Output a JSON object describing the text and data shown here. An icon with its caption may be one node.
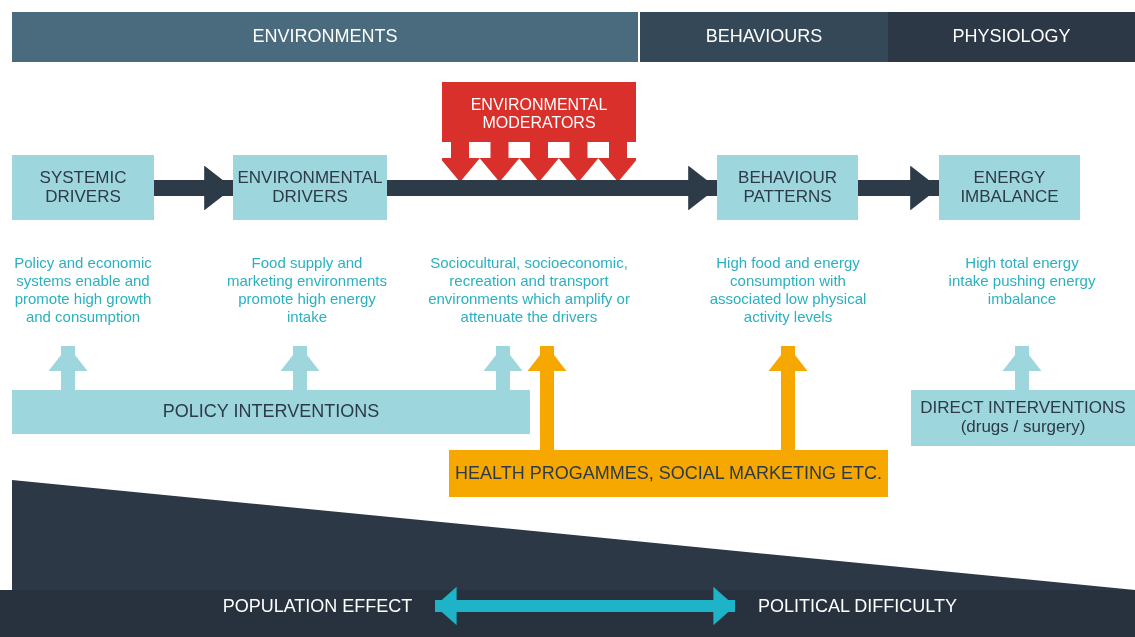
{
  "diagram": {
    "nodes": [
      {
        "text": [
          "ENVIRONMENTS"
        ]
      },
      {
        "text": [
          "BEHAVIOURS"
        ]
      },
      {
        "text": [
          "PHYSIOLOGY"
        ]
      },
      {
        "text": [
          "SYSTEMIC DRIVERS"
        ]
      },
      {
        "text": [
          "ENVIRONMENTAL DRIVERS"
        ]
      },
      {
        "text": [
          "ENVIRONMENTAL MODERATORS"
        ]
      },
      {
        "text": [
          "BEHAVIOUR PATTERNS"
        ]
      },
      {
        "text": [
          "ENERGY IMBALANCE"
        ]
      },
      {
        "text": [
          "Policy and economic systems enable and promote high growth and consumption"
        ]
      },
      {
        "text": [
          "Food supply and marketing environments promote high energy intake"
        ]
      },
      {
        "text": [
          "Sociocultural, socioeconomic, recreation and transport environments which amplify or attenuate the drivers"
        ]
      },
      {
        "text": [
          "High food and energy consumption with associated low physical activity levels"
        ]
      },
      {
        "text": [
          "High total energy intake pushing energy imbalance"
        ]
      },
      {
        "text": [
          "POLICY INTERVENTIONS"
        ]
      },
      {
        "text": [
          "HEALTH PROGAMMES, SOCIAL MARKETING ETC."
        ]
      },
      {
        "text": [
          "DIRECT INTERVENTIONS (drugs / surgery)"
        ]
      },
      {
        "text": [
          "POPULATION EFFECT"
        ]
      },
      {
        "text": [
          "POLITICAL DIFFICULTY"
        ]
      }
    ],
    "edges": [
      {
        "from": 3,
        "to": 4,
        "arrow": "to",
        "color": "#2d3a48"
      },
      {
        "from": 4,
        "to": 6,
        "arrow": "to",
        "color": "#2d3a48"
      },
      {
        "from": 6,
        "to": 7,
        "arrow": "to",
        "color": "#2d3a48"
      },
      {
        "from": 13,
        "to": 8,
        "arrow": "to"
      },
      {
        "from": 13,
        "to": 9,
        "arrow": "to"
      },
      {
        "from": 13,
        "to": 10,
        "arrow": "to"
      },
      {
        "from": 14,
        "to": 10,
        "arrow": "to",
        "color": "#f6a800"
      },
      {
        "from": 14,
        "to": 11,
        "arrow": "to",
        "color": "#f6a800"
      },
      {
        "from": 15,
        "to": 12,
        "arrow": "to"
      },
      {
        "from": 16,
        "to": 17,
        "arrow": "both",
        "color": "#1fb3c8"
      }
    ]
  }
}
